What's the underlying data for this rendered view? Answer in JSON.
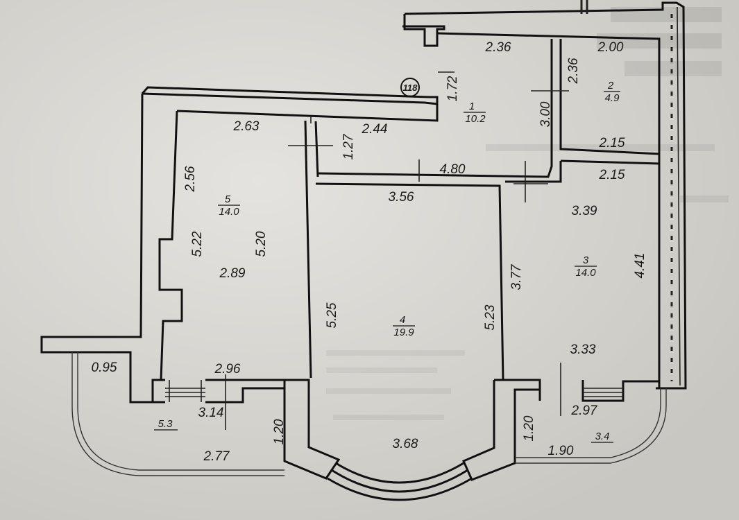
{
  "plan": {
    "apartment_badge": "118",
    "rooms": [
      {
        "number": "1",
        "area": "10.2"
      },
      {
        "number": "2",
        "area": "4.9"
      },
      {
        "number": "3",
        "area": "14.0"
      },
      {
        "number": "4",
        "area": "19.9"
      },
      {
        "number": "5",
        "area": "14.0"
      }
    ],
    "balconies": [
      {
        "area": "5.3"
      },
      {
        "area": "3.4"
      }
    ],
    "dimensions": {
      "room1_top": "2.36",
      "room1_height": "1.72",
      "room1_mid": "2.44",
      "room1_side": "3.00",
      "room2_top": "2.00",
      "room2_side": "2.36",
      "room2_bottom": "2.15",
      "hall_top": "2.15",
      "hall_width": "4.80",
      "hall_short": "1.27",
      "room5_top": "2.63",
      "room5_corner": "2.56",
      "room5_left": "5.22",
      "room5_right": "5.20",
      "room5_mid": "2.89",
      "room5_bottom": "2.96",
      "room4_top": "3.56",
      "room4_left": "5.25",
      "room4_right": "5.23",
      "room4_bay": "3.68",
      "room3_top": "3.39",
      "room3_left": "3.77",
      "room3_right": "4.41",
      "room3_bottom": "3.33",
      "balcony_left_top": "0.95",
      "balcony_left_mid": "3.14",
      "balcony_left_bottom": "2.77",
      "balcony_left_side": "1.20",
      "balcony_right_top": "2.97",
      "balcony_right_side": "1.20",
      "balcony_right_bottom": "1.90"
    }
  }
}
